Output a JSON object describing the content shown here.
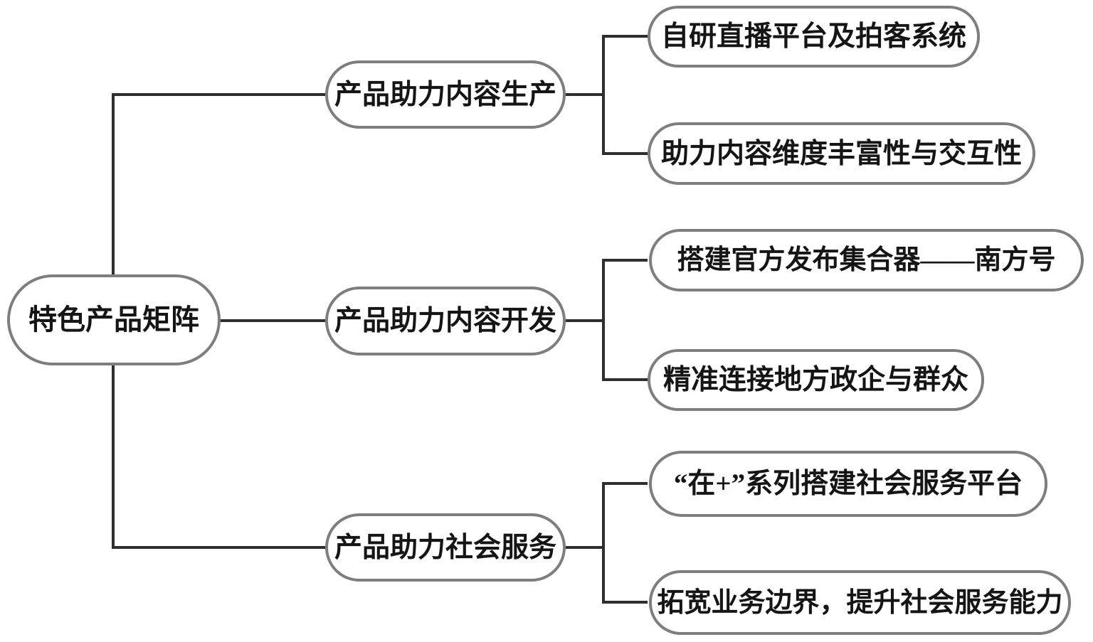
{
  "diagram": {
    "type": "tree",
    "orientation": "left-to-right",
    "root": {
      "label": "特色产品矩阵"
    },
    "branches": [
      {
        "label": "产品助力内容生产",
        "children": [
          "自研直播平台及拍客系统",
          "助力内容维度丰富性与交互性"
        ]
      },
      {
        "label": "产品助力内容开发",
        "children": [
          "搭建官方发布集合器——南方号",
          "精准连接地方政企与群众"
        ]
      },
      {
        "label": "产品助力社会服务",
        "children": [
          "“在+”系列搭建社会服务平台",
          "拓宽业务边界，提升社会服务能力"
        ]
      }
    ],
    "colors": {
      "background": "#ffffff",
      "node_border": "#7e7e7e",
      "connector_line": "#2e2e2e",
      "text": "#151515"
    }
  }
}
